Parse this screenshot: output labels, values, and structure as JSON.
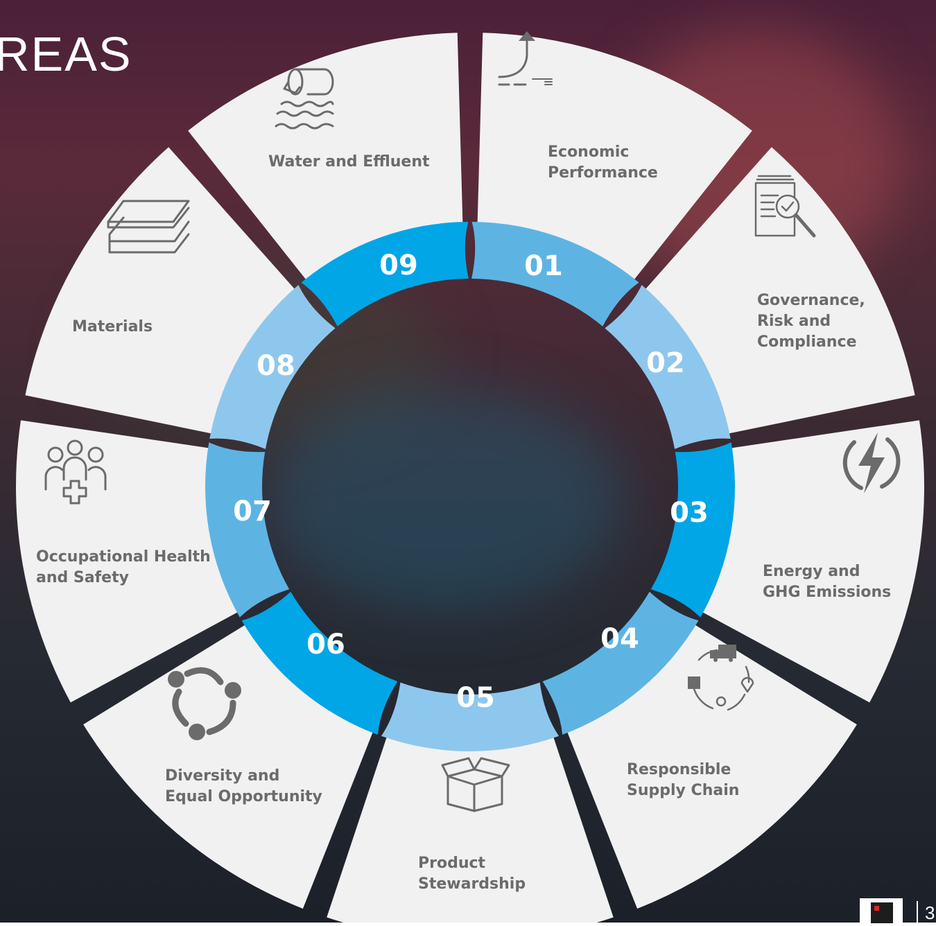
{
  "title": "REAS",
  "page_number": "3",
  "colors": {
    "segment_fill": "#f1f1f1",
    "text": "#6b6b6b",
    "blue_dark": "#00a6e6",
    "blue_mid": "#5db4e3",
    "blue_light": "#8ec7ed"
  },
  "areas": [
    {
      "number": "01",
      "lines": [
        "Economic",
        "Performance"
      ],
      "icon": "growth-arrow-icon",
      "color": "#5db4e3"
    },
    {
      "number": "02",
      "lines": [
        "Governance,",
        "Risk and",
        "Compliance"
      ],
      "icon": "document-search-icon",
      "color": "#8ec7ed"
    },
    {
      "number": "03",
      "lines": [
        "Energy and",
        "GHG Emissions"
      ],
      "icon": "lightning-icon",
      "color": "#00a6e6"
    },
    {
      "number": "04",
      "lines": [
        "Responsible",
        "Supply Chain"
      ],
      "icon": "supply-cycle-icon",
      "color": "#5db4e3"
    },
    {
      "number": "05",
      "lines": [
        "Product",
        "Stewardship"
      ],
      "icon": "open-box-icon",
      "color": "#8ec7ed"
    },
    {
      "number": "06",
      "lines": [
        "Diversity and",
        "Equal Opportunity"
      ],
      "icon": "people-cycle-icon",
      "color": "#00a6e6"
    },
    {
      "number": "07",
      "lines": [
        "Occupational Health",
        "and Safety"
      ],
      "icon": "health-group-icon",
      "color": "#5db4e3"
    },
    {
      "number": "08",
      "lines": [
        "Materials"
      ],
      "icon": "stacked-layers-icon",
      "color": "#8ec7ed"
    },
    {
      "number": "09",
      "lines": [
        "Water and Effluent"
      ],
      "icon": "water-pipe-icon",
      "color": "#00a6e6"
    }
  ]
}
